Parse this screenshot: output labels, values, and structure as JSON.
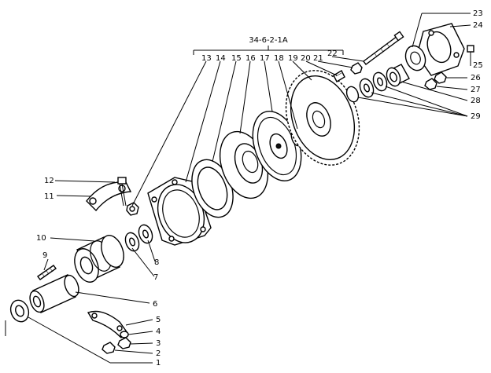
{
  "assembly_code": "34-6-2-1A",
  "callouts": [
    "1",
    "2",
    "3",
    "4",
    "5",
    "6",
    "7",
    "8",
    "9",
    "10",
    "11",
    "12",
    "13",
    "14",
    "15",
    "16",
    "17",
    "18",
    "19",
    "20",
    "21",
    "22",
    "23",
    "24",
    "25",
    "26",
    "27",
    "28",
    "29"
  ]
}
